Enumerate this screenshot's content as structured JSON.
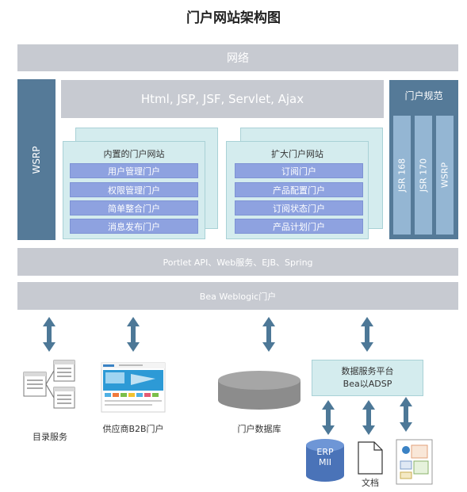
{
  "title": "门户网站架构图",
  "network": "网络",
  "wsrp_left": "WSRP",
  "tech_band": "Html, JSP, JSF, Servlet, Ajax",
  "standards": {
    "title": "门户规范",
    "items": [
      "JSR 168",
      "JSR 170",
      "WSRP"
    ]
  },
  "builtin_portal": {
    "title": "内置的门户网站",
    "items": [
      "用户管理门户",
      "权限管理门户",
      "简单整合门户",
      "消息发布门户"
    ]
  },
  "extended_portal": {
    "title": "扩大门户网站",
    "items": [
      "订阅门户",
      "产品配置门户",
      "订阅状态门户",
      "产品计划门户"
    ]
  },
  "middleware": "Portlet API、Web服务、EJB、Spring",
  "weblogic": "Bea Weblogic门户",
  "bottom": {
    "directory": "目录服务",
    "b2b": "供应商B2B门户",
    "database": "门户数据库",
    "platform_line1": "数据服务平台",
    "platform_line2": "Bea以ADSP",
    "erp_line1": "ERP",
    "erp_line2": "MII",
    "document": "文档"
  },
  "colors": {
    "band_gray": "#c7cad1",
    "steel_blue": "#557a98",
    "card_teal": "#d4ecee",
    "item_blue": "#8ea2e0",
    "arrow": "#4d7897"
  }
}
